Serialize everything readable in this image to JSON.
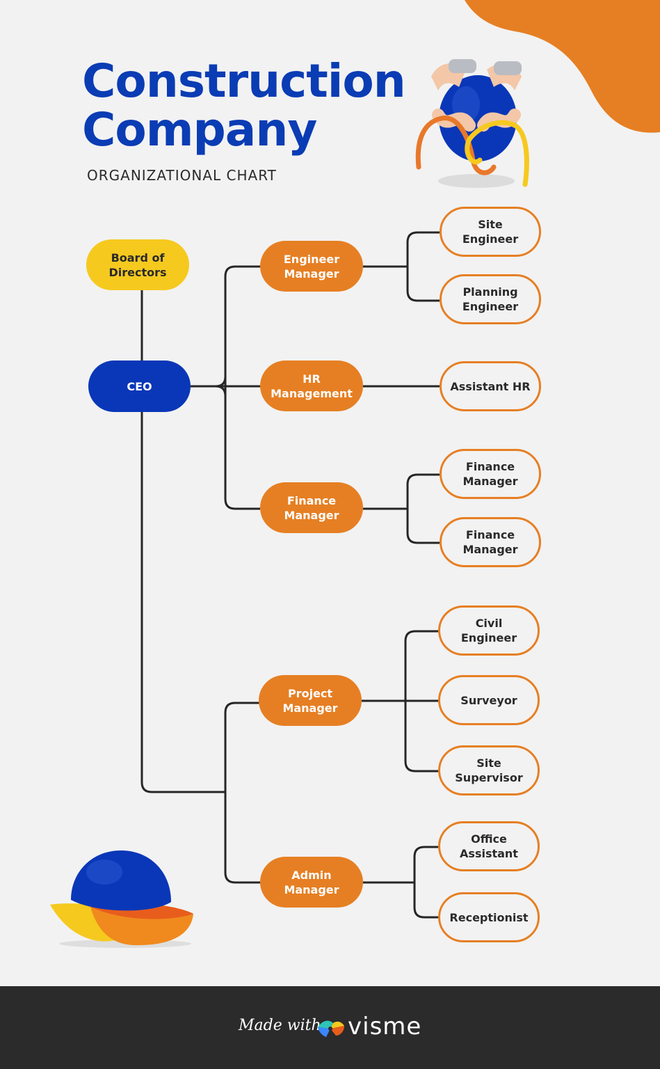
{
  "header": {
    "title_line1": "Construction",
    "title_line2": "Company",
    "subtitle": "ORGANIZATIONAL CHART"
  },
  "colors": {
    "primary_blue": "#0a37b8",
    "orange": "#e67f23",
    "yellow": "#f6c91f",
    "background": "#f2f2f2",
    "footer": "#2b2b2b"
  },
  "org_chart": {
    "board": "Board of Directors",
    "ceo": "CEO",
    "managers": {
      "engineer": "Engineer Manager",
      "hr": "HR Management",
      "finance": "Finance Manager",
      "project": "Project Manager",
      "admin": "Admin Manager"
    },
    "staff": {
      "site_engineer": "Site Engineer",
      "planning_engineer": "Planning Engineer",
      "assistant_hr": "Assistant HR",
      "finance_manager_1": "Finance Manager",
      "finance_manager_2": "Finance Manager",
      "civil_engineer": "Civil Engineer",
      "surveyor": "Surveyor",
      "site_supervisor": "Site Supervisor",
      "office_assistant": "Office Assistant",
      "receptionist": "Receptionist"
    }
  },
  "footer": {
    "made_with": "Made with",
    "brand": "visme"
  }
}
